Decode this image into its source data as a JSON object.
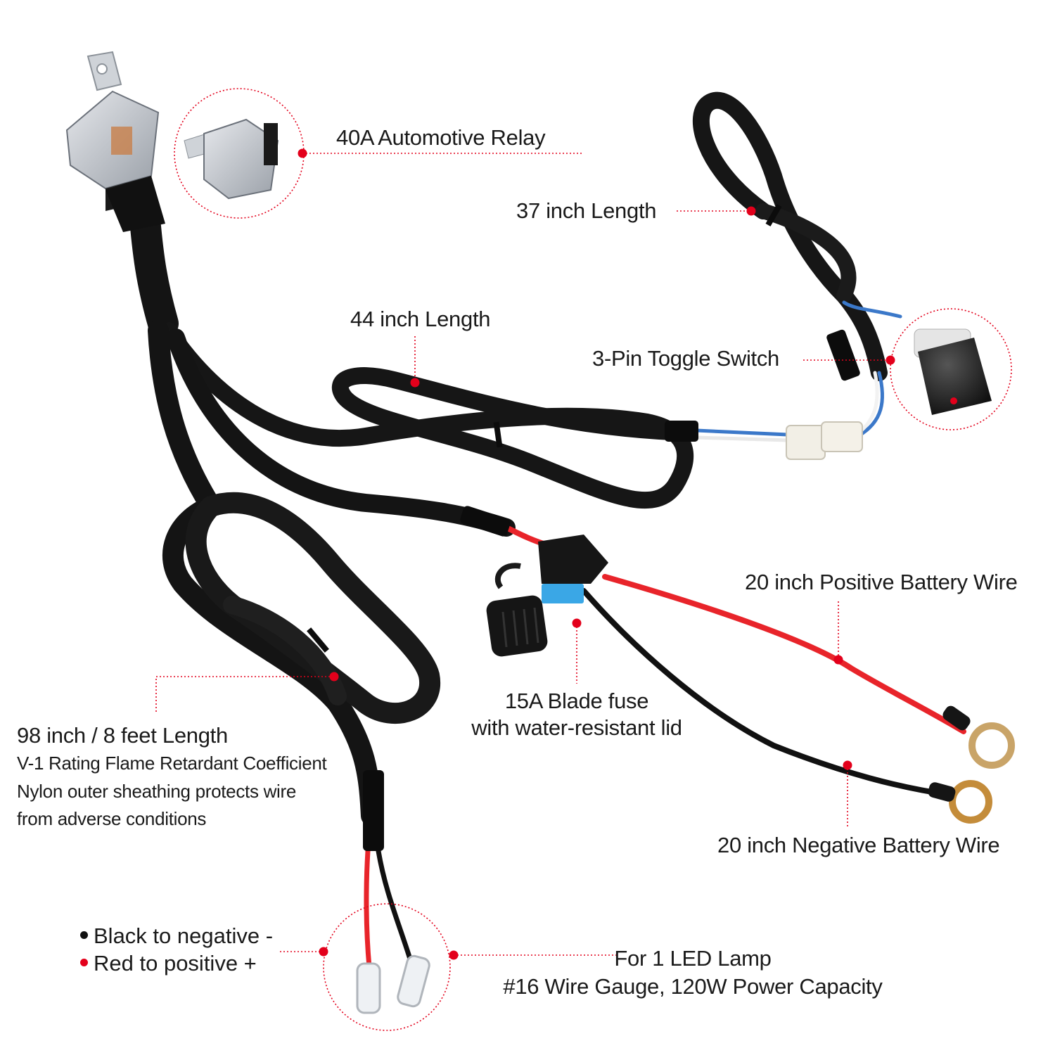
{
  "colors": {
    "accent": "#e3001b",
    "cable": "#141414",
    "red_wire": "#e8242a",
    "blue_wire": "#3b78c9",
    "fuse_blue": "#3aa7e6"
  },
  "labels": {
    "relay": "40A Automotive Relay",
    "switch_length": "37 inch Length",
    "harness_length": "44 inch Length",
    "toggle_switch": "3-Pin Toggle Switch",
    "positive_wire": "20 inch Positive Battery Wire",
    "fuse_line1": "15A Blade fuse",
    "fuse_line2": "with water-resistant lid",
    "main_length": "98 inch / 8 feet Length",
    "main_desc1": "V-1 Rating Flame Retardant Coefficient",
    "main_desc2": "Nylon outer sheathing protects wire",
    "main_desc3": "from adverse conditions",
    "negative_wire": "20 inch Negative Battery Wire",
    "black_negative": "Black to negative -",
    "red_positive": "Red to positive +",
    "lamp_line1": "For 1 LED Lamp",
    "lamp_line2": "#16 Wire Gauge, 120W Power Capacity"
  }
}
